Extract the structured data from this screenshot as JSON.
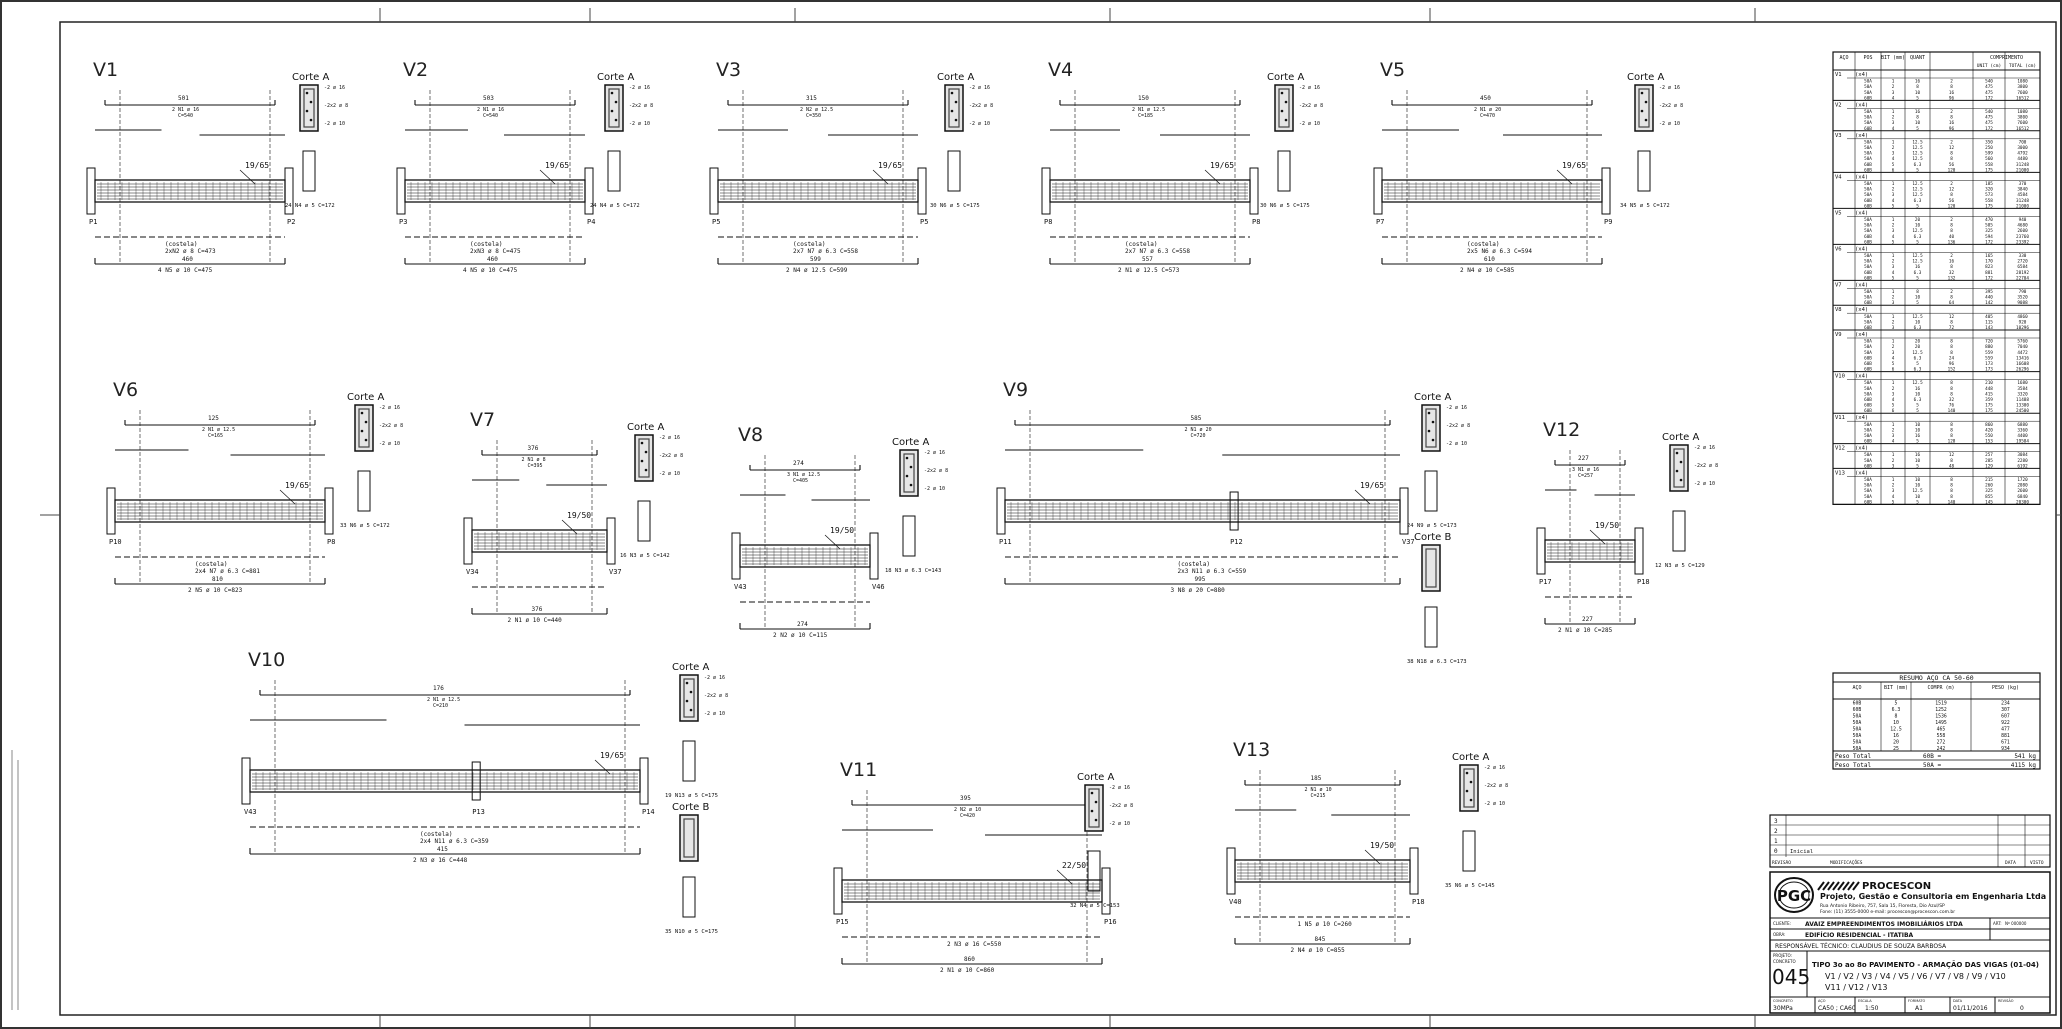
{
  "sheet": {
    "beams": [
      {
        "id": "v1",
        "title": "V1",
        "section": "Corte A",
        "supports": [
          "P1",
          "P2"
        ],
        "bottom_bar": "4 N5 ø 10 C=475",
        "stirrups": "24 N4 ø 5 C=172",
        "top_dims": [
          "501",
          "2 N1 ø 16",
          "C=540"
        ],
        "mid_dims": [
          "(costela)",
          "2xN2 ø 8 C=473"
        ],
        "span": "460",
        "ratio": "19/65"
      },
      {
        "id": "v2",
        "title": "V2",
        "section": "Corte A",
        "supports": [
          "P3",
          "P4"
        ],
        "bottom_bar": "4 N5 ø 10 C=475",
        "stirrups": "24 N4 ø 5 C=172",
        "top_dims": [
          "503",
          "2 N1 ø 16",
          "C=540"
        ],
        "mid_dims": [
          "(costela)",
          "2xN3 ø 8 C=475"
        ],
        "span": "460",
        "ratio": "19/65"
      },
      {
        "id": "v3",
        "title": "V3",
        "section": "Corte A",
        "supports": [
          "P5",
          "P5"
        ],
        "bottom_bar": "2 N4 ø 12.5 C=599",
        "stirrups": "30 N6 ø 5 C=175",
        "top_dims": [
          "315",
          "2 N2 ø 12.5",
          "C=350"
        ],
        "mid_dims": [
          "(costela)",
          "2x7 N7 ø 6.3 C=558"
        ],
        "span": "599",
        "ratio": "19/65"
      },
      {
        "id": "v4",
        "title": "V4",
        "section": "Corte A",
        "supports": [
          "P8",
          "P8"
        ],
        "bottom_bar": "2 N1 ø 12.5 C=573",
        "stirrups": "30 N6 ø 5 C=175",
        "top_dims": [
          "150",
          "2 N1 ø 12.5",
          "C=185"
        ],
        "mid_dims": [
          "(costela)",
          "2x7 N7 ø 6.3 C=558"
        ],
        "span": "557",
        "ratio": "19/65"
      },
      {
        "id": "v5",
        "title": "V5",
        "section": "Corte A",
        "supports": [
          "P7",
          "P9"
        ],
        "bottom_bar": "2 N4 ø 10 C=585",
        "stirrups": "34 N5 ø 5 C=172",
        "top_dims": [
          "450",
          "2 N1 ø 20",
          "C=470"
        ],
        "mid_dims": [
          "(costela)",
          "2x5 N6 ø 6.3 C=594"
        ],
        "span": "610",
        "ratio": "19/65"
      },
      {
        "id": "v6",
        "title": "V6",
        "section": "Corte A",
        "supports": [
          "P10",
          "P8"
        ],
        "bottom_bar": "2 N5 ø 10 C=823",
        "stirrups": "33 N6 ø 5 C=172",
        "top_dims": [
          "125",
          "2 N1 ø 12.5",
          "C=165"
        ],
        "mid_dims": [
          "(costela)",
          "2x4 N7 ø 6.3 C=881"
        ],
        "span": "810",
        "ratio": "19/65"
      },
      {
        "id": "v7",
        "title": "V7",
        "section": "Corte A",
        "supports": [
          "V34",
          "V37"
        ],
        "bottom_bar": "2 N1 ø 10 C=440",
        "stirrups": "16 N3 ø 5 C=142",
        "top_dims": [
          "376",
          "2 N1 ø 8",
          "C=395"
        ],
        "mid_dims": [],
        "span": "376",
        "ratio": "19/50"
      },
      {
        "id": "v8",
        "title": "V8",
        "section": "Corte A",
        "supports": [
          "V43",
          "V46"
        ],
        "bottom_bar": "2 N2 ø 10 C=115",
        "stirrups": "18 N3 ø 6.3 C=143",
        "top_dims": [
          "274",
          "3 N1 ø 12.5",
          "C=405"
        ],
        "mid_dims": [],
        "span": "274",
        "ratio": "19/50"
      },
      {
        "id": "v9",
        "title": "V9",
        "section": "Corte A",
        "section_b": "Corte B",
        "supports": [
          "P11",
          "P12",
          "V37"
        ],
        "bottom_bar": "3 N8 ø 20 C=880",
        "stirrups": "24 N9 ø 5 C=173",
        "stirrups_b": "38 N18 ø 6.3 C=173",
        "top_dims": [
          "585",
          "2 N1 ø 20",
          "C=720"
        ],
        "mid_dims": [
          "(costela)",
          "2x3 N11 ø 6.3 C=559"
        ],
        "span": "995",
        "ratio": "19/65"
      },
      {
        "id": "v10",
        "title": "V10",
        "section": "Corte A",
        "section_b": "Corte B",
        "supports": [
          "V43",
          "P13",
          "P14"
        ],
        "bottom_bar": "2 N3 ø 16 C=448",
        "stirrups": "19 N13 ø 5 C=175",
        "stirrups_b": "35 N10 ø 5 C=175",
        "top_dims": [
          "176",
          "2 N1 ø 12.5",
          "C=210"
        ],
        "mid_dims": [
          "(costela)",
          "2x4 N11 ø 6.3 C=359"
        ],
        "span": "415",
        "ratio": "19/65"
      },
      {
        "id": "v11",
        "title": "V11",
        "section": "Corte A",
        "supports": [
          "P15",
          "P16"
        ],
        "bottom_bar": "2 N1 ø 10 C=860",
        "stirrups": "32 N4 ø 5 C=153",
        "top_dims": [
          "395",
          "2 N2 ø 10",
          "C=420"
        ],
        "mid_dims": [
          "2 N3 ø 16 C=550"
        ],
        "span": "860",
        "ratio": "22/50"
      },
      {
        "id": "v12",
        "title": "V12",
        "section": "Corte A",
        "supports": [
          "P17",
          "P18"
        ],
        "bottom_bar": "2 N1 ø 10 C=285",
        "stirrups": "12 N3 ø 5 C=129",
        "top_dims": [
          "227",
          "3 N1 ø 16",
          "C=257"
        ],
        "mid_dims": [],
        "span": "227",
        "ratio": "19/50"
      },
      {
        "id": "v13",
        "title": "V13",
        "section": "Corte A",
        "supports": [
          "V40",
          "P18"
        ],
        "bottom_bar": "2 N4 ø 10 C=855",
        "stirrups": "35 N6 ø 5 C=145",
        "top_dims": [
          "185",
          "2 N1 ø 10",
          "C=215"
        ],
        "mid_dims": [
          "1 N5 ø 10 C=260"
        ],
        "span": "845",
        "ratio": "19/50"
      }
    ],
    "steel_table": {
      "headers": [
        "AÇO",
        "POS",
        "BIT (mm)",
        "QUANT",
        "COMPRIMENTO"
      ],
      "subheaders": [
        "UNIT (cm)",
        "TOTAL (cm)"
      ],
      "groups": [
        {
          "name": "V1",
          "mult": "(x4)",
          "rows": [
            [
              "50A",
              "1",
              "16",
              "2",
              "540",
              "1080"
            ],
            [
              "50A",
              "2",
              "8",
              "8",
              "475",
              "3800"
            ],
            [
              "50A",
              "3",
              "10",
              "16",
              "475",
              "7600"
            ],
            [
              "60B",
              "4",
              "5",
              "96",
              "172",
              "16512"
            ]
          ]
        },
        {
          "name": "V2",
          "mult": "(x4)",
          "rows": [
            [
              "50A",
              "1",
              "16",
              "2",
              "540",
              "1080"
            ],
            [
              "50A",
              "2",
              "8",
              "8",
              "475",
              "3800"
            ],
            [
              "50A",
              "3",
              "10",
              "16",
              "475",
              "7600"
            ],
            [
              "60B",
              "4",
              "5",
              "96",
              "172",
              "16512"
            ]
          ]
        },
        {
          "name": "V3",
          "mult": "(x4)",
          "rows": [
            [
              "50A",
              "1",
              "12.5",
              "2",
              "350",
              "700"
            ],
            [
              "50A",
              "2",
              "12.5",
              "12",
              "250",
              "3000"
            ],
            [
              "50A",
              "3",
              "12.5",
              "8",
              "599",
              "4792"
            ],
            [
              "50A",
              "4",
              "12.5",
              "8",
              "560",
              "4480"
            ],
            [
              "60B",
              "5",
              "6.3",
              "56",
              "558",
              "31248"
            ],
            [
              "60B",
              "6",
              "5",
              "120",
              "175",
              "21000"
            ]
          ]
        },
        {
          "name": "V4",
          "mult": "(x4)",
          "rows": [
            [
              "50A",
              "1",
              "12.5",
              "2",
              "185",
              "370"
            ],
            [
              "50A",
              "2",
              "12.5",
              "12",
              "320",
              "3840"
            ],
            [
              "50A",
              "3",
              "12.5",
              "8",
              "573",
              "4584"
            ],
            [
              "60B",
              "4",
              "6.3",
              "56",
              "558",
              "31248"
            ],
            [
              "60B",
              "5",
              "5",
              "120",
              "175",
              "21000"
            ]
          ]
        },
        {
          "name": "V5",
          "mult": "(x4)",
          "rows": [
            [
              "50A",
              "1",
              "20",
              "2",
              "470",
              "940"
            ],
            [
              "50A",
              "2",
              "10",
              "8",
              "585",
              "4680"
            ],
            [
              "50A",
              "3",
              "12.5",
              "8",
              "325",
              "2600"
            ],
            [
              "60B",
              "4",
              "6.3",
              "40",
              "594",
              "23760"
            ],
            [
              "60B",
              "5",
              "5",
              "136",
              "172",
              "23392"
            ]
          ]
        },
        {
          "name": "V6",
          "mult": "(x4)",
          "rows": [
            [
              "50A",
              "1",
              "12.5",
              "2",
              "165",
              "330"
            ],
            [
              "50A",
              "2",
              "12.5",
              "16",
              "170",
              "2720"
            ],
            [
              "50A",
              "3",
              "16",
              "8",
              "823",
              "6584"
            ],
            [
              "60B",
              "4",
              "6.3",
              "32",
              "881",
              "28192"
            ],
            [
              "60B",
              "5",
              "5",
              "132",
              "172",
              "22704"
            ]
          ]
        },
        {
          "name": "V7",
          "mult": "(x4)",
          "rows": [
            [
              "50A",
              "1",
              "8",
              "2",
              "395",
              "790"
            ],
            [
              "50A",
              "2",
              "10",
              "8",
              "440",
              "3520"
            ],
            [
              "60B",
              "3",
              "5",
              "64",
              "142",
              "9088"
            ]
          ]
        },
        {
          "name": "V8",
          "mult": "(x4)",
          "rows": [
            [
              "50A",
              "1",
              "12.5",
              "12",
              "405",
              "4860"
            ],
            [
              "50A",
              "2",
              "10",
              "8",
              "115",
              "920"
            ],
            [
              "60B",
              "3",
              "6.3",
              "72",
              "143",
              "10296"
            ]
          ]
        },
        {
          "name": "V9",
          "mult": "(x4)",
          "rows": [
            [
              "50A",
              "1",
              "20",
              "8",
              "720",
              "5760"
            ],
            [
              "50A",
              "2",
              "20",
              "8",
              "880",
              "7040"
            ],
            [
              "50A",
              "3",
              "12.5",
              "8",
              "559",
              "4472"
            ],
            [
              "60B",
              "4",
              "6.3",
              "24",
              "559",
              "13416"
            ],
            [
              "60B",
              "5",
              "5",
              "96",
              "173",
              "16608"
            ],
            [
              "60B",
              "6",
              "6.3",
              "152",
              "173",
              "26296"
            ]
          ]
        },
        {
          "name": "V10",
          "mult": "(x4)",
          "rows": [
            [
              "50A",
              "1",
              "12.5",
              "8",
              "210",
              "1680"
            ],
            [
              "50A",
              "2",
              "16",
              "8",
              "448",
              "3584"
            ],
            [
              "50A",
              "3",
              "10",
              "8",
              "415",
              "3320"
            ],
            [
              "60B",
              "4",
              "6.3",
              "32",
              "359",
              "11488"
            ],
            [
              "60B",
              "5",
              "5",
              "76",
              "175",
              "13300"
            ],
            [
              "60B",
              "6",
              "5",
              "140",
              "175",
              "24500"
            ]
          ]
        },
        {
          "name": "V11",
          "mult": "(x4)",
          "rows": [
            [
              "50A",
              "1",
              "10",
              "8",
              "860",
              "6880"
            ],
            [
              "50A",
              "2",
              "10",
              "8",
              "420",
              "3360"
            ],
            [
              "50A",
              "3",
              "16",
              "8",
              "550",
              "4400"
            ],
            [
              "60B",
              "4",
              "5",
              "128",
              "153",
              "19584"
            ]
          ]
        },
        {
          "name": "V12",
          "mult": "(x4)",
          "rows": [
            [
              "50A",
              "1",
              "16",
              "12",
              "257",
              "3084"
            ],
            [
              "50A",
              "2",
              "10",
              "8",
              "285",
              "2280"
            ],
            [
              "60B",
              "3",
              "5",
              "48",
              "129",
              "6192"
            ]
          ]
        },
        {
          "name": "V13",
          "mult": "(x4)",
          "rows": [
            [
              "50A",
              "1",
              "10",
              "8",
              "215",
              "1720"
            ],
            [
              "50A",
              "2",
              "10",
              "8",
              "260",
              "2080"
            ],
            [
              "50A",
              "3",
              "12.5",
              "8",
              "325",
              "2600"
            ],
            [
              "50A",
              "4",
              "10",
              "8",
              "855",
              "6840"
            ],
            [
              "60B",
              "5",
              "5",
              "140",
              "145",
              "20300"
            ]
          ]
        }
      ]
    },
    "summary_table": {
      "title": "RESUMO AÇO CA 50-60",
      "headers": [
        "AÇO",
        "BIT (mm)",
        "COMPR (m)",
        "PESO (kg)"
      ],
      "rows": [
        [
          "60B",
          "5",
          "1519",
          "234"
        ],
        [
          "60B",
          "6.3",
          "1252",
          "307"
        ],
        [
          "50A",
          "8",
          "1536",
          "607"
        ],
        [
          "50A",
          "10",
          "1495",
          "922"
        ],
        [
          "50A",
          "12.5",
          "465",
          "477"
        ],
        [
          "50A",
          "16",
          "558",
          "881"
        ],
        [
          "50A",
          "20",
          "272",
          "671"
        ],
        [
          "50A",
          "25",
          "242",
          "934"
        ]
      ],
      "totals": [
        [
          "Peso Total",
          "60B =",
          "541 kg"
        ],
        [
          "Peso Total",
          "50A =",
          "4115 kg"
        ]
      ]
    },
    "revisions": {
      "rows": [
        "3",
        "2",
        "1",
        "0"
      ],
      "first_desc": "Inicial",
      "headers": [
        "REVISÃO",
        "MODIFICAÇÕES",
        "DATA",
        "VISTO"
      ]
    },
    "title_block": {
      "logo": "PGC",
      "company": "PROCESCON",
      "tagline": "Projeto, Gestão e Consultoria em Engenharia Ltda",
      "address": "Rua Antonio Ribeiro, 757, Sala 15, Floresta, Dio Azul/SP",
      "contact": "Fone: (11) 3555-0000   e-mail: procescon@procescon.com.br",
      "client_label": "CLIENTE:",
      "client": "AVAIZ EMPREENDIMENTOS IMOBILIÁRIOS LTDA",
      "work_label": "OBRA:",
      "work": "EDIFÍCIO RESIDENCIAL - ITATIBA",
      "cpf_label": "ART:",
      "cpf": "Nº 000000",
      "resp": "RESPONSÁVEL TÉCNICO: CLAUDIUS DE SOUZA BARBOSA",
      "proj_label": "PROJETO:",
      "proj": "CONCRETO",
      "sheet_num": "045",
      "drawing_title_1": "TIPO 3o ao 8o PAVIMENTO - ARMAÇÃO DAS VIGAS (01-04)",
      "drawing_title_2": "V1 / V2 / V3 / V4 / V5 / V6 / V7 / V8 / V9 / V10",
      "drawing_title_3": "V11 / V12 / V13",
      "concrete_label": "CONCRETO",
      "concrete": "30MPa",
      "steel_label": "AÇO",
      "steel": "CA50 ; CA60",
      "scale_label": "ESCALA",
      "scale": "1:50",
      "format_label": "FORMATO",
      "format": "A1",
      "date_label": "DATA",
      "date": "01/11/2016",
      "rev_label": "REVISÃO",
      "rev": "0"
    },
    "colors": {
      "line": "#111111",
      "hatch": "#444444",
      "paper": "#ffffff",
      "shade": "#666666"
    }
  }
}
